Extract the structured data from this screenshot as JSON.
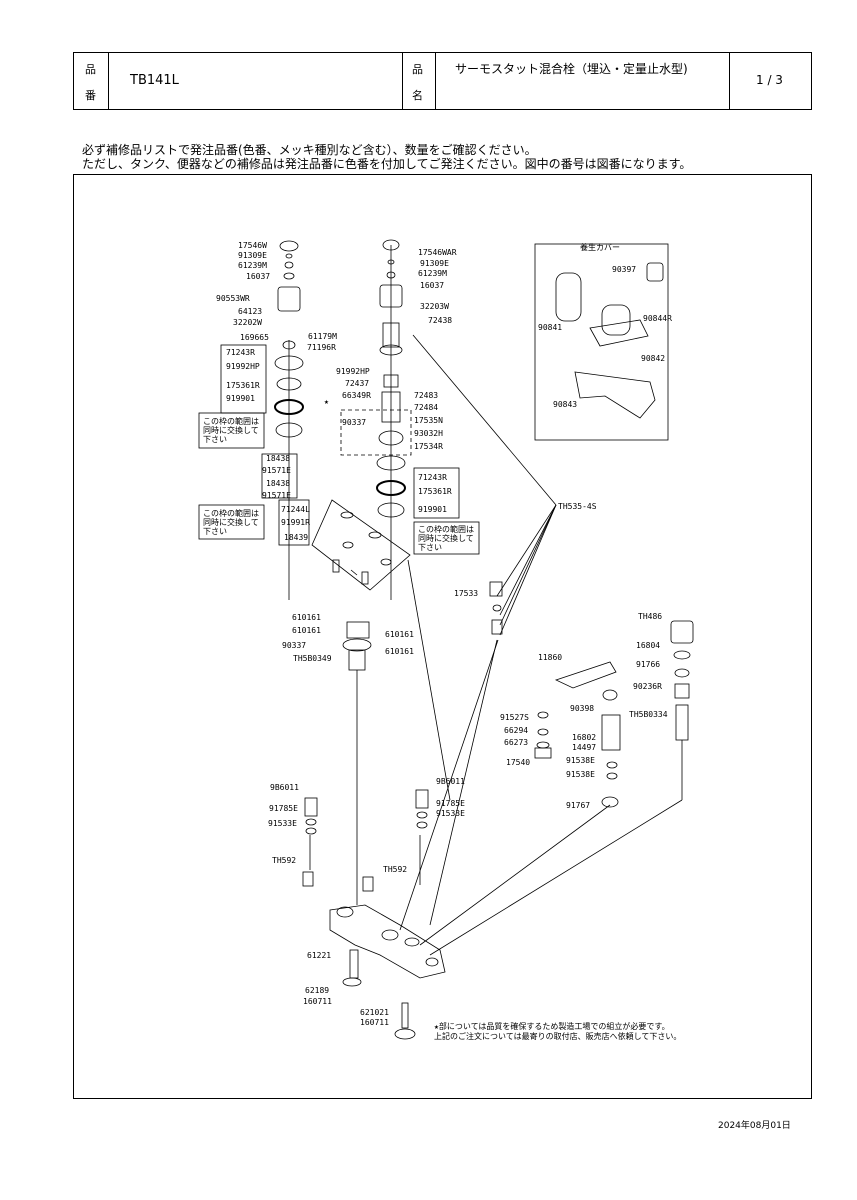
{
  "header": {
    "hinban_label_1": "品",
    "hinban_label_2": "番",
    "hinban_value": "TB141L",
    "hinmei_label_1": "品",
    "hinmei_label_2": "名",
    "hinmei_value": "サーモスタット混合栓（埋込・定量止水型)",
    "page": "1 / 3"
  },
  "notes": {
    "line1": "必ず補修品リストで発注品番(色番、メッキ種別など含む）、数量をご確認ください。",
    "line2": "ただし、タンク、便器などの補修品は発注品番に色番を付加してご発注ください。図中の番号は図番になります。"
  },
  "box_notes": {
    "box1": [
      "この枠の範囲は",
      "同時に交換して",
      "下さい"
    ],
    "box2": [
      "この枠の範囲は",
      "同時に交換して",
      "下さい"
    ],
    "box3": [
      "この枠の範囲は",
      "同時に交換して",
      "下さい"
    ]
  },
  "cover": {
    "title": "養生カバー"
  },
  "footnote": {
    "line1": "★部については品質を確保するため製造工場での組立が必要です。",
    "line2": "上記のご注文については最寄りの取付店、販売店へ依頼して下さい。"
  },
  "star_mark": "★",
  "labels": {
    "l_17546W": "17546W",
    "l_91309E_a": "91309E",
    "l_61239M_a": "61239M",
    "l_16037_a": "16037",
    "l_90553WR": "90553WR",
    "l_64123": "64123",
    "l_32202W": "32202W",
    "l_61179M": "61179M",
    "l_71196R": "71196R",
    "l_169665": "169665",
    "l_71243R_a": "71243R",
    "l_91992HP_a": "91992HP",
    "l_175361R_a": "175361R",
    "l_919901_a": "919901",
    "l_17546WAR": "17546WAR",
    "l_91309E_b": "91309E",
    "l_61239M_b": "61239M",
    "l_16037_b": "16037",
    "l_32203W": "32203W",
    "l_72438": "72438",
    "l_91992HP_b": "91992HP",
    "l_72437": "72437",
    "l_66349R": "66349R",
    "l_72483": "72483",
    "l_72484": "72484",
    "l_17535N": "17535N",
    "l_90337_a": "90337",
    "l_93032H": "93032H",
    "l_17534R": "17534R",
    "l_71243R_b": "71243R",
    "l_175361R_b": "175361R",
    "l_919901_b": "919901",
    "l_18438_a": "18438",
    "l_91571E_a": "91571E",
    "l_18438_b": "18438",
    "l_91571E_b": "91571E",
    "l_71244L": "71244L",
    "l_91991R": "91991R",
    "l_18439": "18439",
    "l_TH535_4S": "TH535-4S",
    "l_17533": "17533",
    "l_610161_a": "610161",
    "l_610161_b": "610161",
    "l_90337_b": "90337",
    "l_TH5B0349": "TH5B0349",
    "l_610161_c": "610161",
    "l_610161_d": "610161",
    "l_90397": "90397",
    "l_90841": "90841",
    "l_90844R": "90844R",
    "l_90842": "90842",
    "l_90843": "90843",
    "l_TH486": "TH486",
    "l_16804": "16804",
    "l_91766": "91766",
    "l_90236R": "90236R",
    "l_TH5B0334": "TH5B0334",
    "l_11860": "11860",
    "l_91527S": "91527S",
    "l_66294": "66294",
    "l_66273": "66273",
    "l_90398": "90398",
    "l_16802": "16802",
    "l_14497": "14497",
    "l_17540": "17540",
    "l_91538E_a": "91538E",
    "l_91538E_b": "91538E",
    "l_91767": "91767",
    "l_9B6011_a": "9B6011",
    "l_91785E_a": "91785E",
    "l_91533E_a": "91533E",
    "l_TH592_a": "TH592",
    "l_9B6011_b": "9B6011",
    "l_91785E_b": "91785E",
    "l_91533E_b": "91533E",
    "l_TH592_b": "TH592",
    "l_61221": "61221",
    "l_62189": "62189",
    "l_160711_a": "160711",
    "l_621021": "621021",
    "l_160711_b": "160711"
  },
  "date": "2024年08月01日"
}
